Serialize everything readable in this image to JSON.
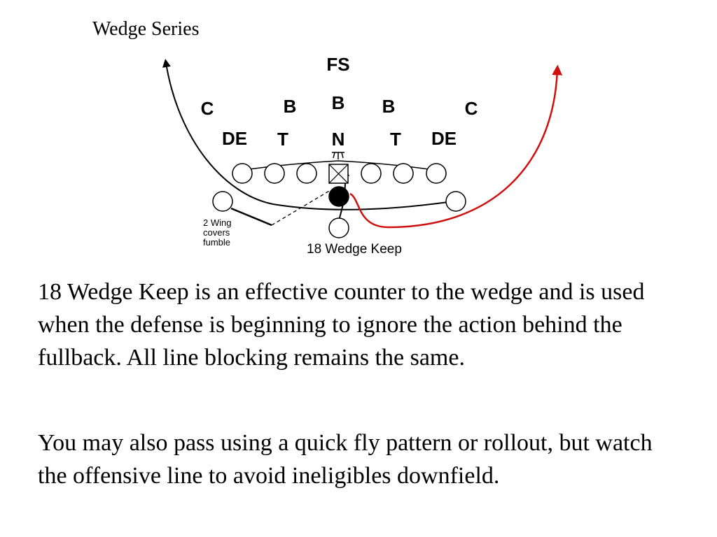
{
  "title": "Wedge Series",
  "diagram": {
    "defense": {
      "free_safety": "FS",
      "corner_left": "C",
      "corner_right": "C",
      "backer_left": "B",
      "backer_middle": "B",
      "backer_right": "B",
      "end_left": "DE",
      "tackle_left": "T",
      "nose": "N",
      "tackle_right": "T",
      "end_right": "DE"
    },
    "wing_note": [
      "2 Wing",
      "covers",
      "fumble"
    ],
    "play_label": "18 Wedge Keep",
    "colors": {
      "ink": "#000000",
      "ball_carrier_path": "#d01010"
    }
  },
  "paragraphs": [
    "18 Wedge Keep is an effective counter to the wedge and is used when the defense is beginning to ignore the action behind the fullback. All line blocking remains the same.",
    "You may also pass using a quick fly pattern or rollout, but watch the offensive line to avoid ineligibles downfield."
  ]
}
